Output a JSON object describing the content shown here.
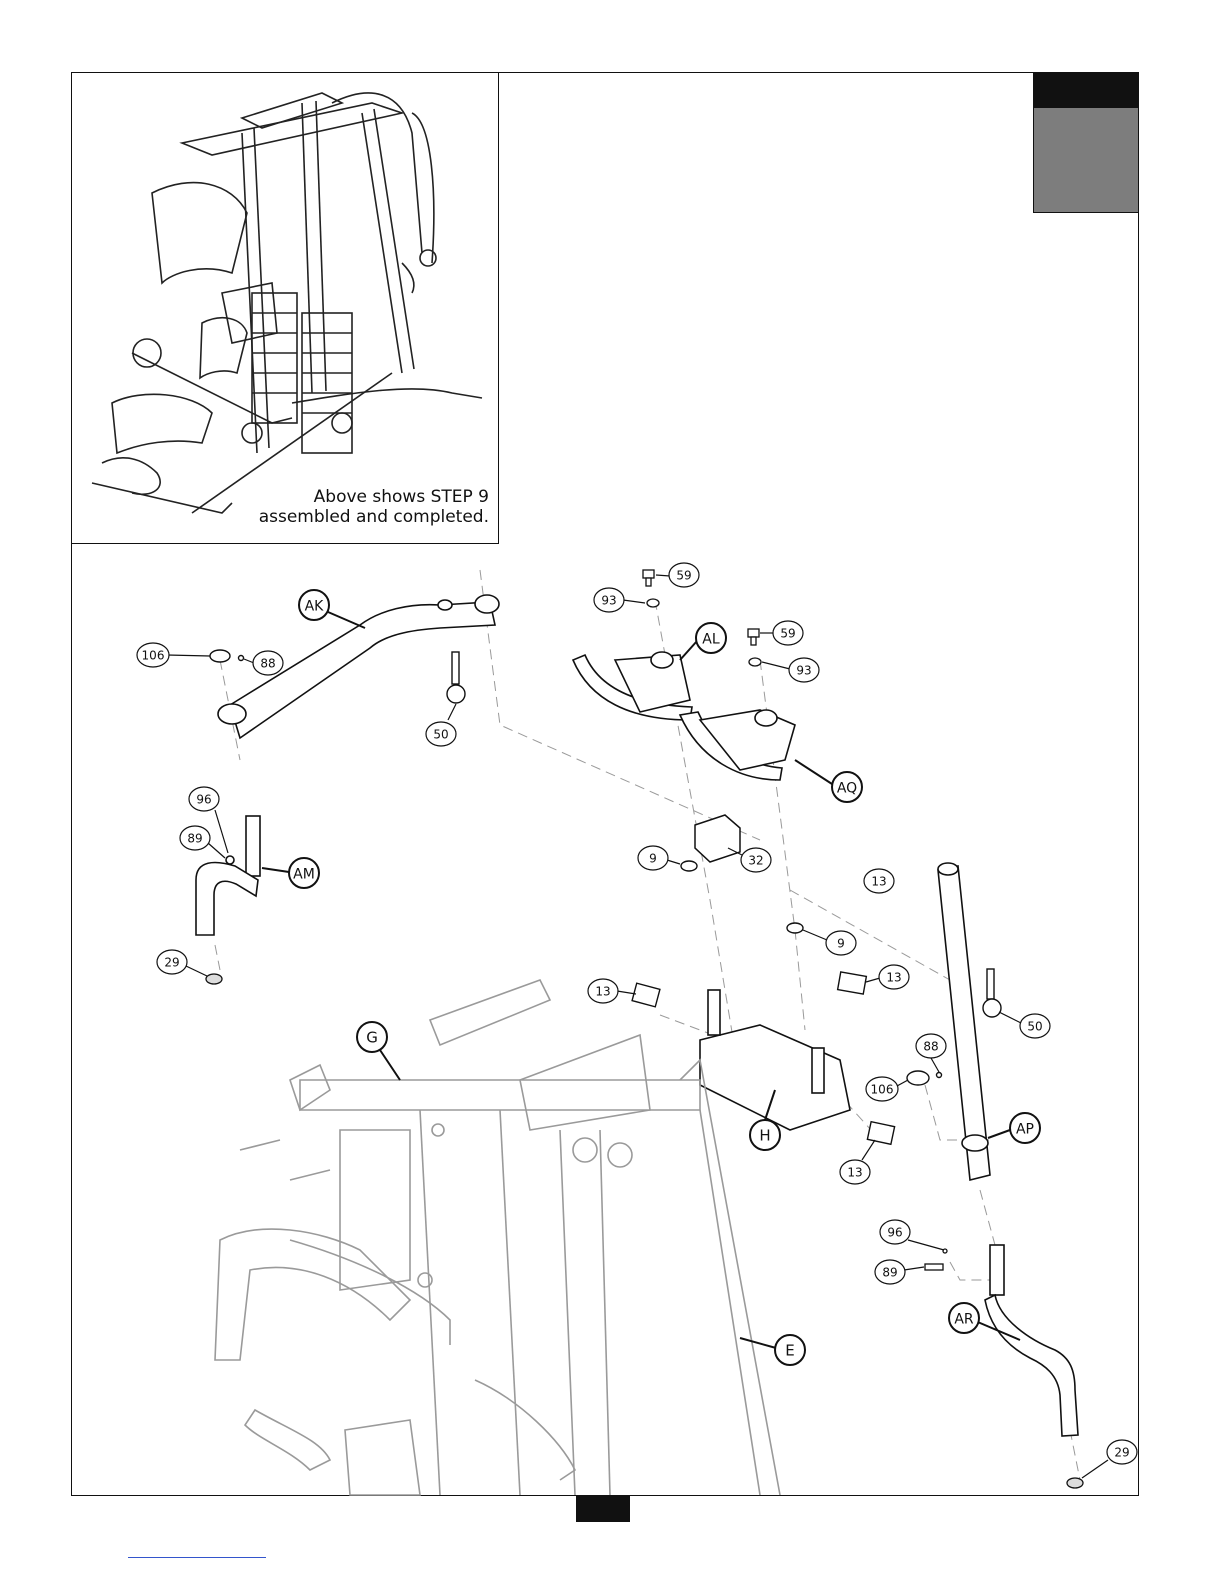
{
  "inset": {
    "caption_line1": "Above shows STEP 9",
    "caption_line2": "assembled and completed."
  },
  "letter_labels": [
    "AK",
    "AL",
    "AQ",
    "AM",
    "AP",
    "AR",
    "G",
    "H",
    "E"
  ],
  "number_labels": [
    "59",
    "93",
    "59",
    "93",
    "106",
    "88",
    "50",
    "96",
    "89",
    "29",
    "9",
    "32",
    "13",
    "9",
    "13",
    "13",
    "50",
    "88",
    "106",
    "13",
    "96",
    "89",
    "29"
  ],
  "colors": {
    "line": "#111111",
    "step_tab_gray": "#7d7d7d",
    "faded_frame": "#9a9a9a"
  }
}
